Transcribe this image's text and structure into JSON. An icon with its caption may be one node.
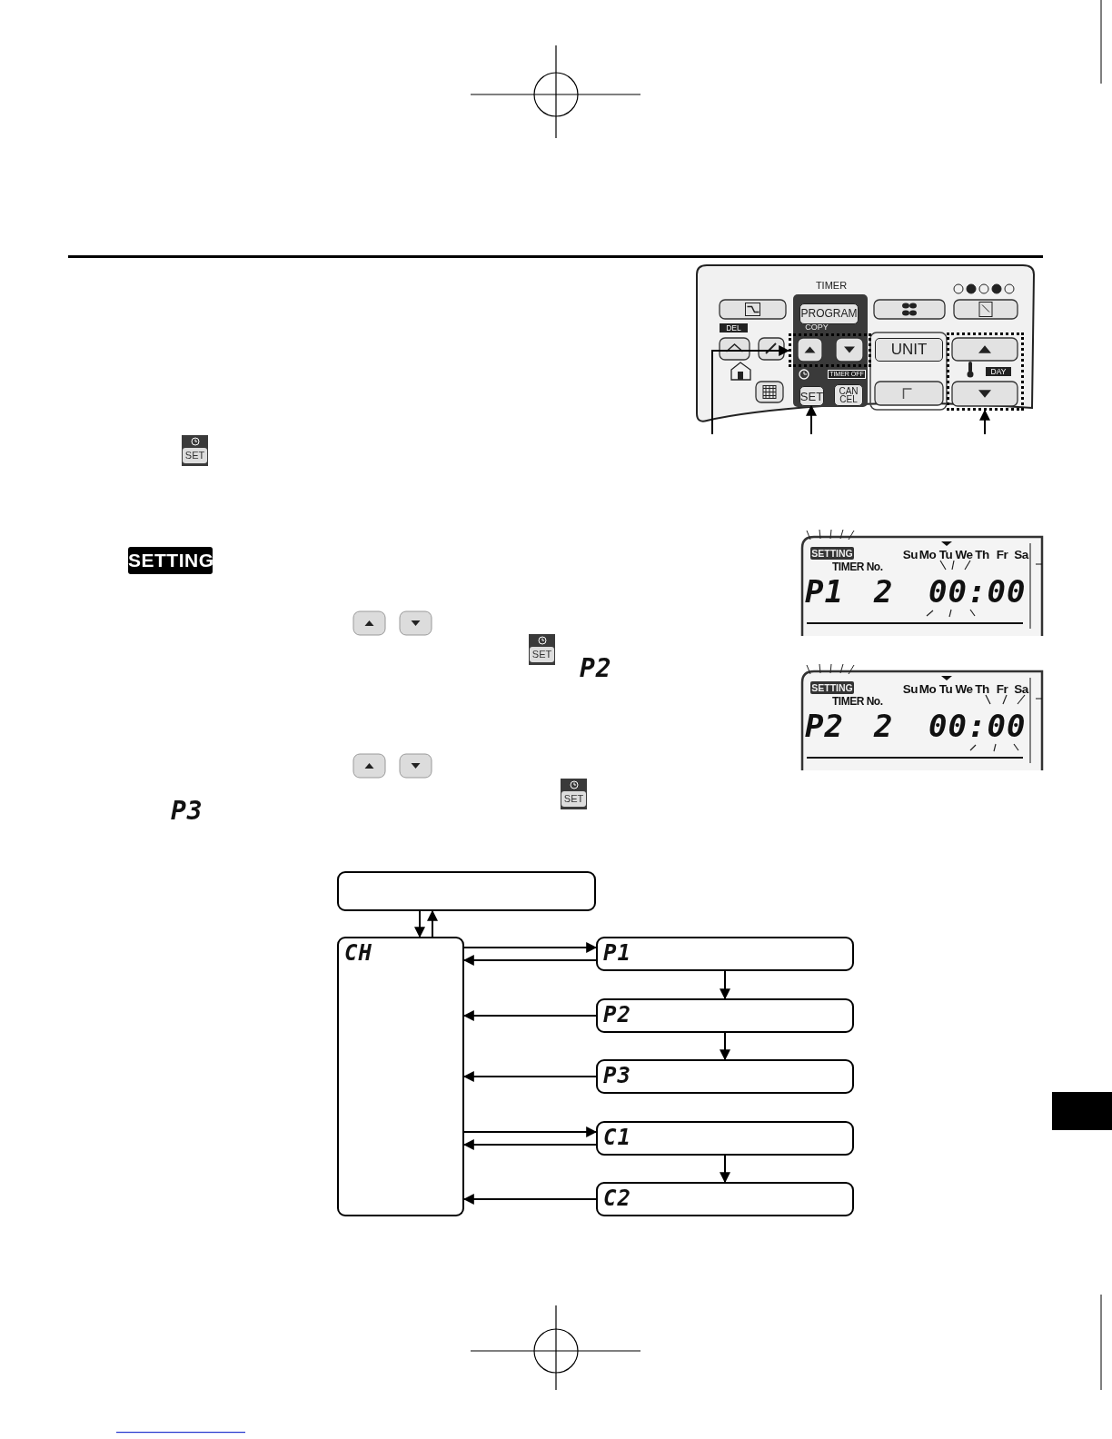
{
  "diagram": {
    "nodes": [
      {
        "text": [],
        "shape": "frame"
      },
      {
        "text": [
          "SET"
        ]
      },
      {
        "text": [],
        "shape": "frame"
      },
      {
        "text": [],
        "shape": "box"
      },
      {
        "text": [
          "CH"
        ]
      },
      {
        "text": [
          "P1"
        ]
      },
      {
        "text": [
          "P2"
        ]
      },
      {
        "text": [
          "P3"
        ]
      },
      {
        "text": [
          "C1"
        ]
      },
      {
        "text": [
          "C2"
        ]
      }
    ],
    "edges": [
      {
        "from": null,
        "to": 0,
        "arrow": "to"
      },
      {
        "from": null,
        "to": 1,
        "arrow": "to"
      },
      {
        "from": null,
        "to": 2,
        "arrow": "to"
      },
      {
        "from": 3,
        "to": 4,
        "arrow": "to"
      },
      {
        "from": 4,
        "to": 3,
        "arrow": "to"
      },
      {
        "from": 4,
        "to": 5,
        "arrow": "to"
      },
      {
        "from": 5,
        "to": 4,
        "arrow": "to"
      },
      {
        "from": 5,
        "to": 6,
        "arrow": "to"
      },
      {
        "from": 6,
        "to": 4,
        "arrow": "to"
      },
      {
        "from": 6,
        "to": 7,
        "arrow": "to"
      },
      {
        "from": 7,
        "to": 4,
        "arrow": "to"
      },
      {
        "from": 4,
        "to": 8,
        "arrow": "to"
      },
      {
        "from": 8,
        "to": 4,
        "arrow": "to"
      },
      {
        "from": 8,
        "to": 9,
        "arrow": "to"
      },
      {
        "from": 9,
        "to": 4,
        "arrow": "to"
      }
    ],
    "labels": [
      "TIMER",
      "PROGRAM",
      "DEL",
      "COPY",
      "UNIT",
      "TIMER OFF",
      "CAN CEL",
      "DAY",
      "SET",
      "SETTING",
      "Su",
      "Mo",
      "Tu",
      "We",
      "Th",
      "Fr",
      "Sa",
      "TIMER No.",
      "P1",
      "2",
      "00:00",
      "SETTING",
      "SET",
      "P2",
      "SETTING",
      "Su",
      "Mo",
      "Tu",
      "We",
      "Th",
      "Fr",
      "Sa",
      "TIMER No.",
      "P2",
      "2",
      "00:00",
      "SET",
      "P3"
    ]
  }
}
